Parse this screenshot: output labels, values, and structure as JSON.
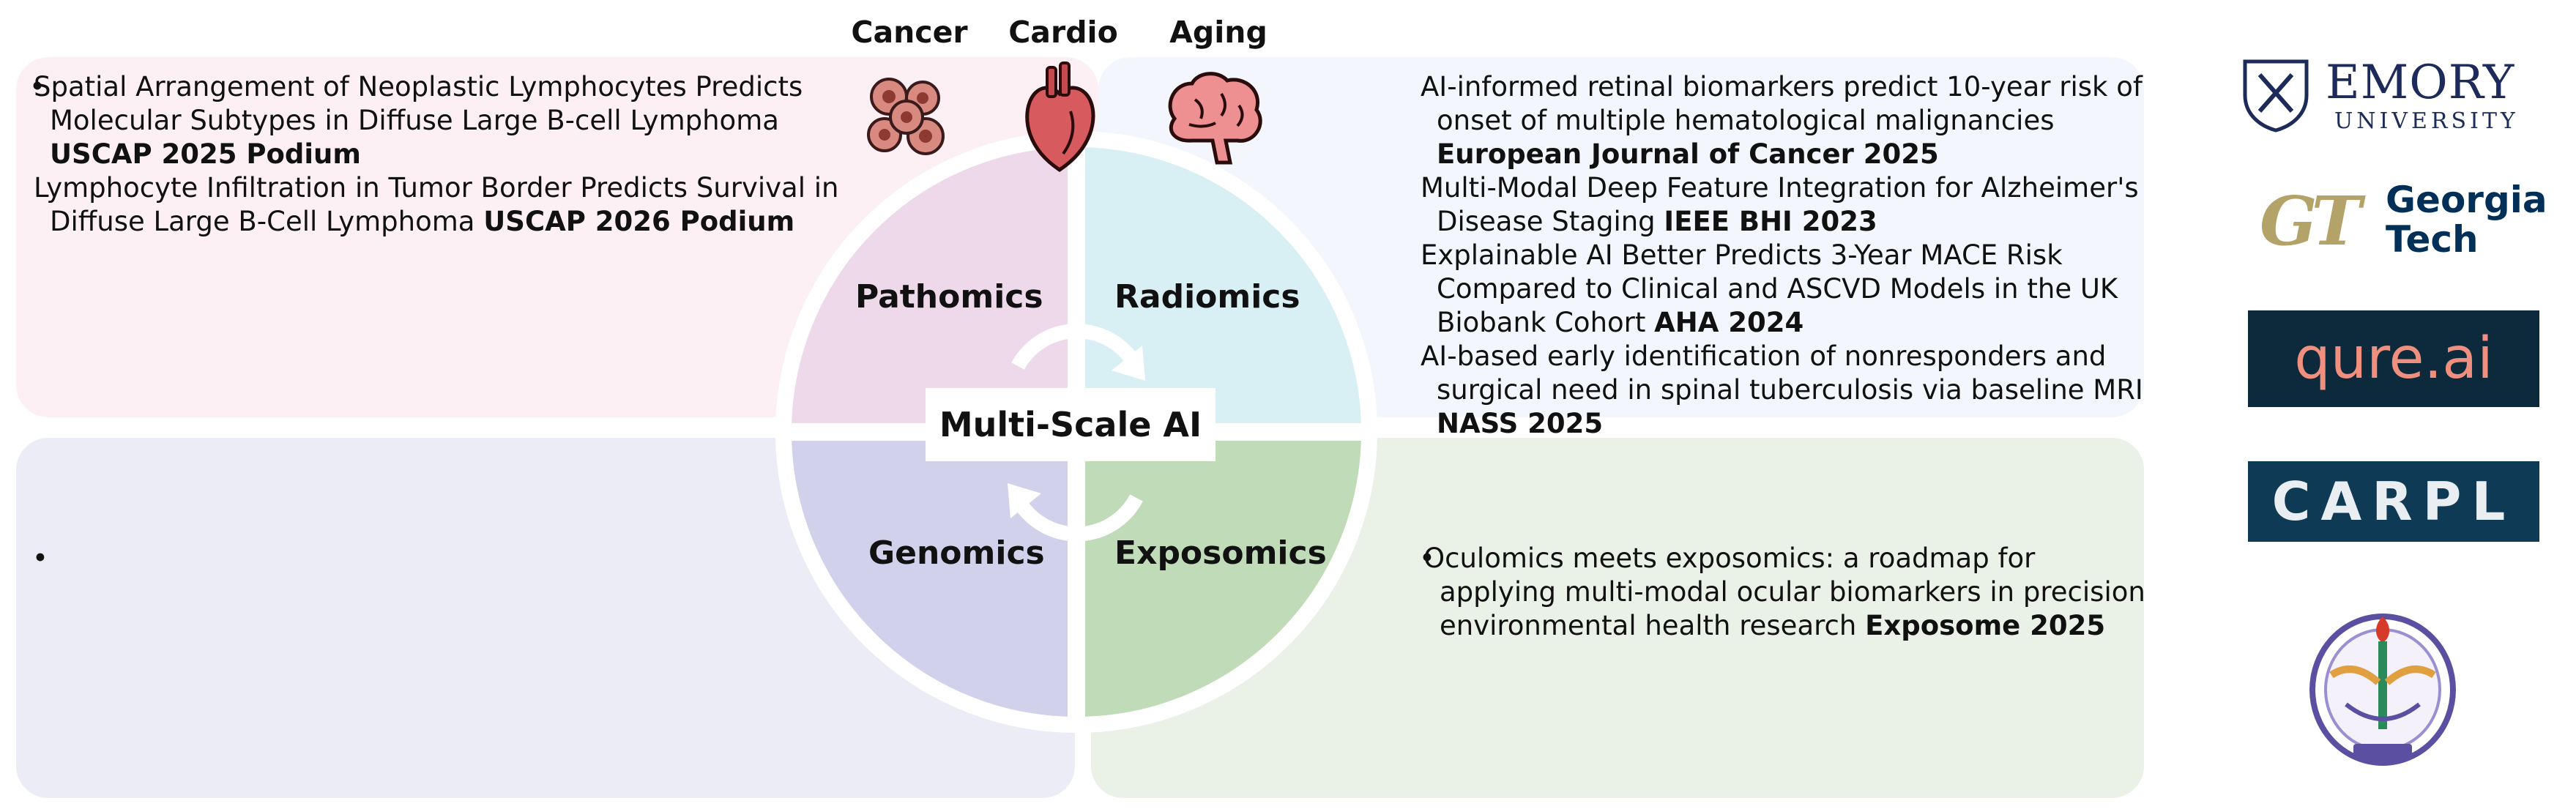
{
  "captions": {
    "cancer": "Cancer",
    "cardio": "Cardio",
    "aging": "Aging"
  },
  "quadrants": {
    "pathomics": "Pathomics",
    "radiomics": "Radiomics",
    "genomics": "Genomics",
    "exposomics": "Exposomics"
  },
  "center_label": "Multi-Scale AI",
  "pathomics_pubs": [
    {
      "text": "Spatial Arrangement of Neoplastic Lymphocytes Predicts Molecular Subtypes in Diffuse Large B-cell Lymphoma ",
      "venue": "USCAP 2025 Podium"
    },
    {
      "text": "Lymphocyte Infiltration in Tumor Border Predicts Survival in Diffuse Large B-Cell Lymphoma ",
      "venue": "USCAP 2026 Podium"
    }
  ],
  "radiomics_pubs": [
    {
      "text": "AI-informed retinal biomarkers predict 10-year risk of onset of multiple hematological malignancies ",
      "venue": "European Journal of Cancer 2025"
    },
    {
      "text": "Multi-Modal Deep Feature Integration for Alzheimer's Disease Staging ",
      "venue": "IEEE BHI 2023"
    },
    {
      "text": "Explainable AI Better Predicts 3-Year MACE Risk Compared to Clinical and ASCVD Models in the UK Biobank Cohort ",
      "venue": "AHA 2024"
    },
    {
      "text": "AI-based early identification of nonresponders and surgical need in spinal tuberculosis via baseline MRI ",
      "venue": "NASS 2025"
    }
  ],
  "exposomics_pubs": [
    {
      "text": "Oculomics meets exposomics: a roadmap for applying multi-modal ocular biomarkers in precision environmental health research ",
      "venue": "Exposome 2025"
    }
  ],
  "logos": {
    "emory_name": "EMORY",
    "emory_sub": "UNIVERSITY",
    "gt_name_1": "Georgia",
    "gt_name_2": "Tech",
    "qure": "qure.ai",
    "carpl": "CARPL"
  },
  "colors": {
    "pathomics": "#eed9ea",
    "radiomics": "#d8eff4",
    "genomics": "#d2d1ec",
    "exposomics": "#bfdbb8",
    "qure_bg": "#0d2a3d",
    "carpl_bg": "#0f3a55"
  },
  "icons": [
    "cancer-cells-icon",
    "heart-icon",
    "brain-icon"
  ]
}
